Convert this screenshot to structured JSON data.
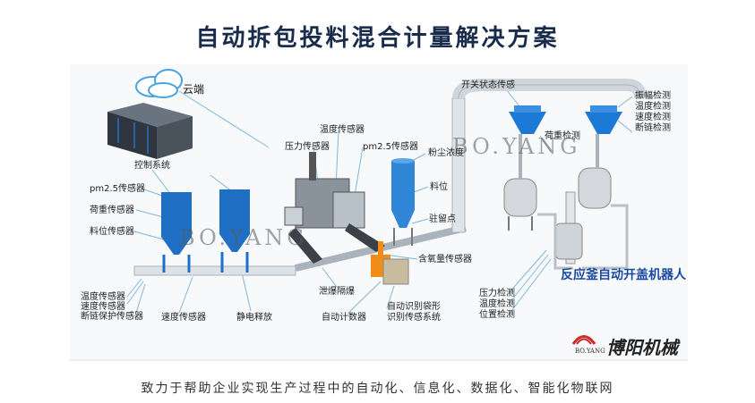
{
  "title": "自动拆包投料混合计量解决方案",
  "footer": "致力于帮助企业实现生产过程中的自动化、信息化、数据化、智能化物联网",
  "watermark": "BO.YANG",
  "logo": {
    "brand": "博阳机械",
    "sub": "BO.YANG"
  },
  "labels": {
    "cloud": "云端",
    "control_system": "控制系统",
    "pm25_left": "pm2.5传感器",
    "load_left": "荷重传感器",
    "level_left": "料位传感器",
    "temp_bl": "温度传感器",
    "speed_bl": "速度传感器",
    "chain_bl": "断链保护传感器",
    "speed_bottom": "速度传感器",
    "static": "静电释放",
    "temp_top": "温度传感器",
    "pressure": "压力传感器",
    "pm25_mid": "pm2.5传感器",
    "dust": "粉尘浓度",
    "level": "料位",
    "residue": "驻留点",
    "oxygen": "含氧量传感器",
    "explosion": "泄爆隔爆",
    "counter": "自动计数器",
    "auto_id": "自动识别袋形",
    "id_system": "识别传感系统",
    "switch_state": "开关状态传感",
    "vibration": "振幅检测",
    "temp_detect": "温度检测",
    "speed_detect": "速度检测",
    "chain_detect": "断链检测",
    "load_detect": "荷重检测",
    "pressure_detect": "压力检测",
    "temp_detect2": "温度检测",
    "position_detect": "位置检测",
    "robot": "反应釜自动开盖机器人"
  }
}
